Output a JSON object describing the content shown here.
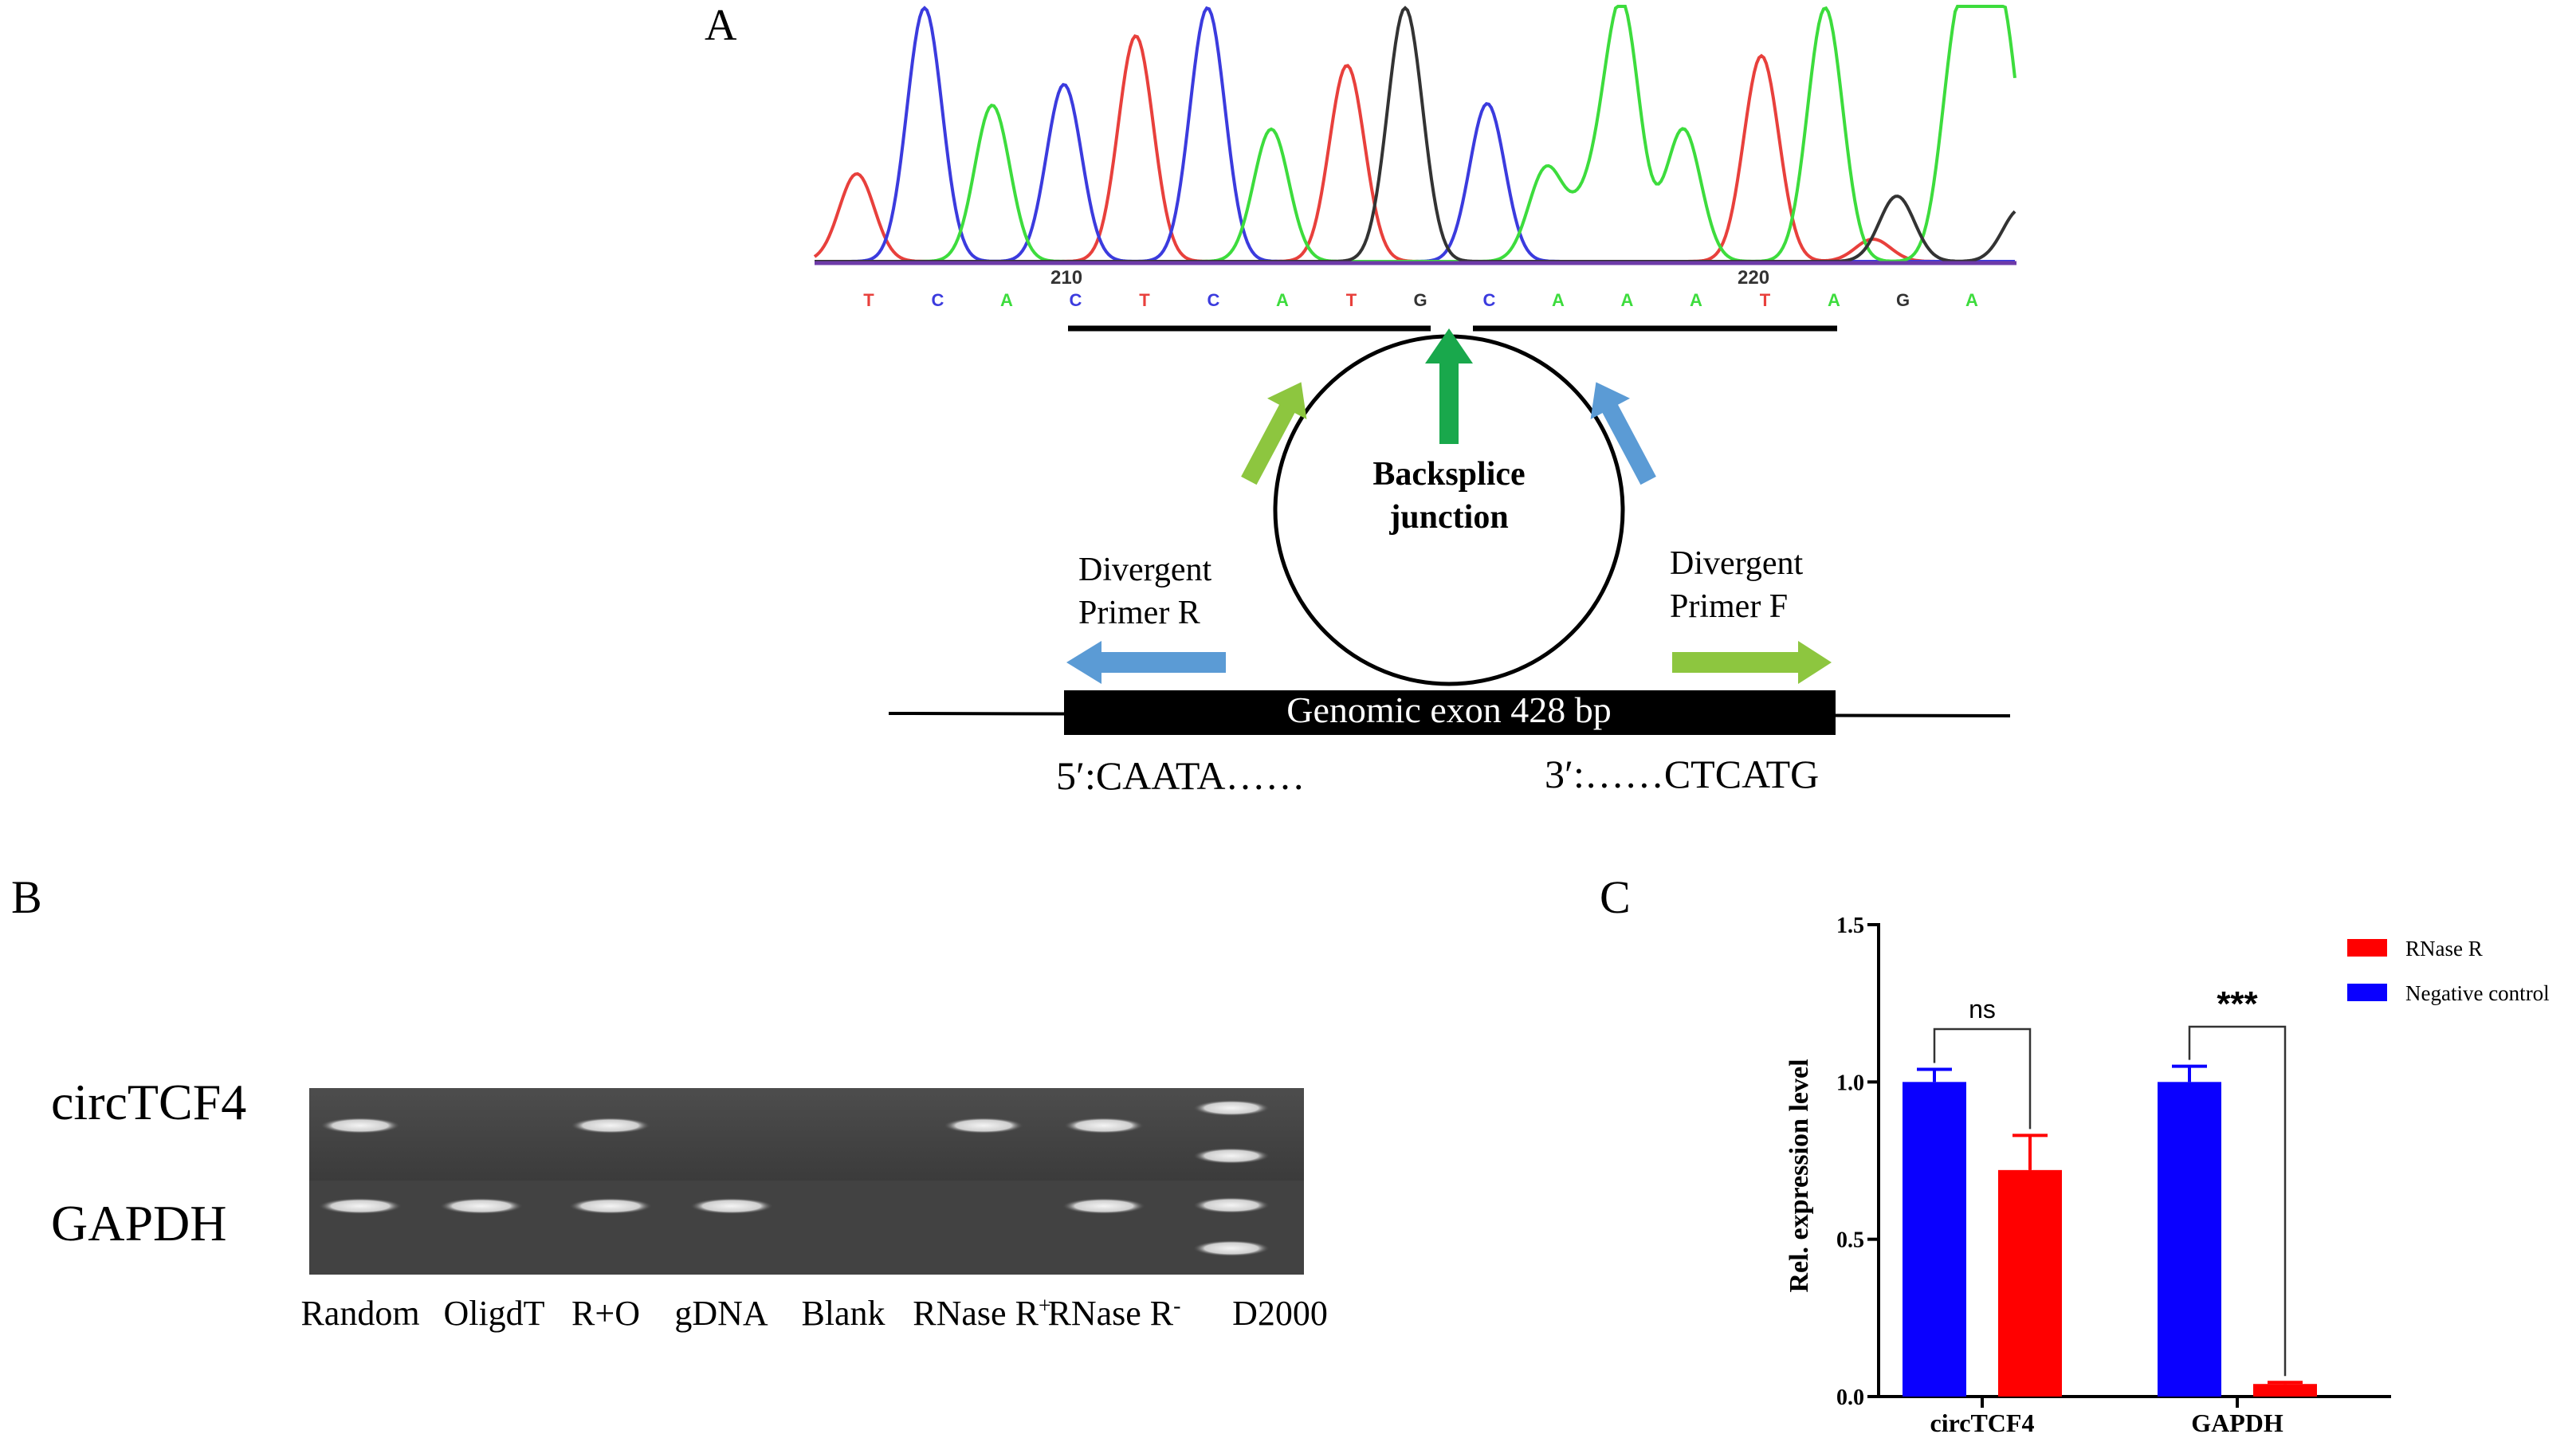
{
  "panel_a": {
    "label": "A",
    "trace_colors": {
      "T": "#e8403c",
      "C": "#3b3bde",
      "A": "#3ddc3d",
      "G": "#333333"
    },
    "positions": {
      "p210": "210",
      "p220": "220"
    },
    "bases": [
      "T",
      "C",
      "A",
      "C",
      "T",
      "C",
      "A",
      "T",
      "G",
      "C",
      "A",
      "A",
      "A",
      "T",
      "A",
      "G",
      "A"
    ],
    "junction_line1": "Backsplice",
    "junction_line2": "junction",
    "primer_r_line1": "Divergent",
    "primer_r_line2": "Primer R",
    "primer_f_line1": "Divergent",
    "primer_f_line2": "Primer F",
    "exon_label": "Genomic exon 428 bp",
    "seq_5": "5′:CAATA……",
    "seq_3": "3′:……CTCATG",
    "arrow_colors": {
      "green": "#8dc63f",
      "blue": "#5b9bd5",
      "dark_green": "#19a84c"
    }
  },
  "panel_b": {
    "label": "B",
    "rows": [
      "circTCF4",
      "GAPDH"
    ],
    "lanes": [
      {
        "main": "Random",
        "sup": ""
      },
      {
        "main": "OligdT",
        "sup": ""
      },
      {
        "main": "R+O",
        "sup": ""
      },
      {
        "main": "gDNA",
        "sup": ""
      },
      {
        "main": "Blank",
        "sup": ""
      },
      {
        "main": "RNase R",
        "sup": "+"
      },
      {
        "main": "RNase R",
        "sup": "-"
      },
      {
        "main": "D2000",
        "sup": ""
      }
    ]
  },
  "panel_c": {
    "label": "C",
    "chart_data": {
      "type": "bar",
      "categories": [
        "circTCF4",
        "GAPDH"
      ],
      "series": [
        {
          "name": "Negative control",
          "color": "#0a00ff",
          "values": [
            1.0,
            1.0
          ],
          "errors": [
            0.04,
            0.05
          ]
        },
        {
          "name": "RNase R",
          "color": "#ff0000",
          "values": [
            0.72,
            0.04
          ],
          "errors": [
            0.11,
            0.005
          ]
        }
      ],
      "ylabel": "Rel. expression level",
      "ylim": [
        0,
        1.5
      ],
      "yticks": [
        "0.0",
        "0.5",
        "1.0",
        "1.5"
      ],
      "significance": [
        "ns",
        "***"
      ],
      "legend_order": [
        "RNase R",
        "Negative control"
      ],
      "legend_position": "top-right"
    }
  }
}
